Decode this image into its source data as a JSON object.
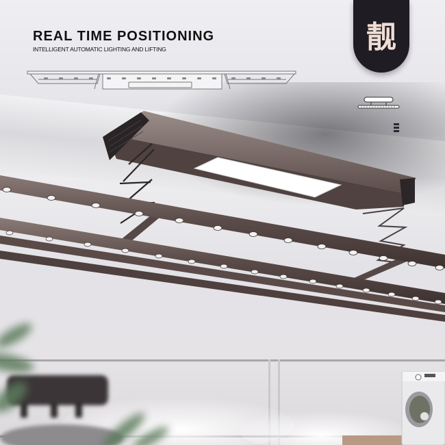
{
  "header": {
    "title": "REAL TIME POSITIONING",
    "subtitle": "INTELLIGENT AUTOMATIC LIGHTING AND LIFTING"
  },
  "badge": {
    "character": "靓",
    "background": "#1f1c24",
    "text_color": "#f0ddd3"
  },
  "icons": {
    "schematic": "drying-rack-schematic-icon",
    "mini_rack": "mini-rack-icon",
    "menu": "menu-icon"
  },
  "colors": {
    "product_body": "#5b4c49",
    "rail": "#5e4f4c",
    "light_panel": "#ffffff",
    "background": "#ecebef"
  },
  "scene": {
    "main_product": "ceiling-mounted electric clothes drying rack with LED light panel",
    "foreground": [
      "blurred plant",
      "armchair",
      "washing machine",
      "glass balcony railing",
      "clouds"
    ]
  }
}
